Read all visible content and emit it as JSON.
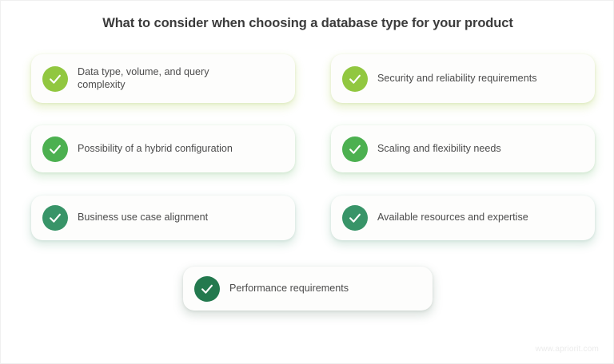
{
  "header": {
    "title": "What to consider when choosing a database type for your product"
  },
  "colors": {
    "background": "#ffffff",
    "title_text": "#3b3b3b",
    "card_background": "#fdfdfc",
    "card_text": "#4c4c4c",
    "icon_lime": "#91c740",
    "icon_green": "#4cb050",
    "icon_teal": "#389468",
    "icon_dark": "#23794e",
    "watermark_text": "#ebebeb"
  },
  "cards": [
    {
      "id": "data-type-volume-query-complexity",
      "label": "Data type, volume, and query complexity",
      "icon": "check-circle-icon",
      "icon_color": "#91c740",
      "column": "left",
      "row": 1
    },
    {
      "id": "security-reliability-requirements",
      "label": "Security and reliability requirements",
      "icon": "check-circle-icon",
      "icon_color": "#91c740",
      "column": "right",
      "row": 1
    },
    {
      "id": "possibility-hybrid-configuration",
      "label": "Possibility of a hybrid configuration",
      "icon": "check-circle-icon",
      "icon_color": "#4cb050",
      "column": "left",
      "row": 2
    },
    {
      "id": "scaling-flexibility-needs",
      "label": "Scaling and flexibility needs",
      "icon": "check-circle-icon",
      "icon_color": "#4cb050",
      "column": "right",
      "row": 2
    },
    {
      "id": "business-use-case-alignment",
      "label": "Business use case alignment",
      "icon": "check-circle-icon",
      "icon_color": "#389468",
      "column": "left",
      "row": 3
    },
    {
      "id": "available-resources-expertise",
      "label": "Available resources and expertise",
      "icon": "check-circle-icon",
      "icon_color": "#389468",
      "column": "right",
      "row": 3
    },
    {
      "id": "performance-requirements",
      "label": "Performance requirements",
      "icon": "check-circle-icon",
      "icon_color": "#23794e",
      "column": "center",
      "row": 4
    }
  ],
  "footer": {
    "watermark": "www.apriorit.com"
  }
}
